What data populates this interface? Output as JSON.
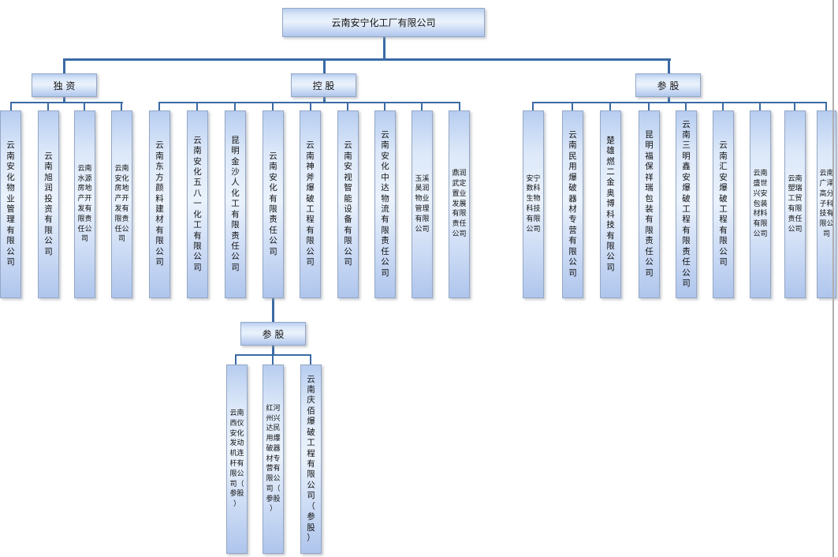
{
  "diagram": {
    "root": "云南安宁化工厂有限公司",
    "categories": {
      "sole": "独  资",
      "holding": "控  股",
      "minority": "参  股",
      "minority_sub": "参  股"
    },
    "sole_items": [
      "云南安化物业管理有限公司",
      "云南旭润投资有限公司",
      "云南水源房地产开发有限责任公司",
      "云南安化房地产开发有限责任公司"
    ],
    "holding_items": [
      "云南东方颜料建材有限公司",
      "云南安化五八一化工有限公司",
      "昆明金沙人化工有限责任公司",
      "云南安化有限责任公司",
      "云南神斧爆破工程有限公司",
      "云南安视智能设备有限公司",
      "云南安化中达物流有限责任公司",
      "玉溪昊润物业管理有限公司",
      "鼎润武定置业发展有限责任公司"
    ],
    "minority_items": [
      "安宁数科生物科技有限公司",
      "云南民用爆破器材专营有限公司",
      "楚雄燃二金奥博科技有限公司",
      "昆明福保祥瑞包装有限责任公司",
      "云南三明鑫安爆破工程有限责任公司",
      "云南汇安爆破工程有限公司",
      "云南盛世兴安包装材料有限公司",
      "云南塑瑞工贸有限责任公司",
      "云南广泽高分子科技有限公司"
    ],
    "sub_minority_parent": "云南安化有限责任公司",
    "sub_minority_items": [
      "云南西仪安化发动机连杆有限公司（参股）",
      "红河州兴达民用爆破器材专营有限公司（参股）",
      "云南庆佰爆破工程有限公司（参股）"
    ]
  },
  "colors": {
    "connector": "#3b6aa5",
    "box_border": "#94a7c4",
    "box_fill_top": "#b7cdf0",
    "box_fill_middle": "#eaf2fc",
    "box_fill_bottom": "#afc5ec"
  }
}
